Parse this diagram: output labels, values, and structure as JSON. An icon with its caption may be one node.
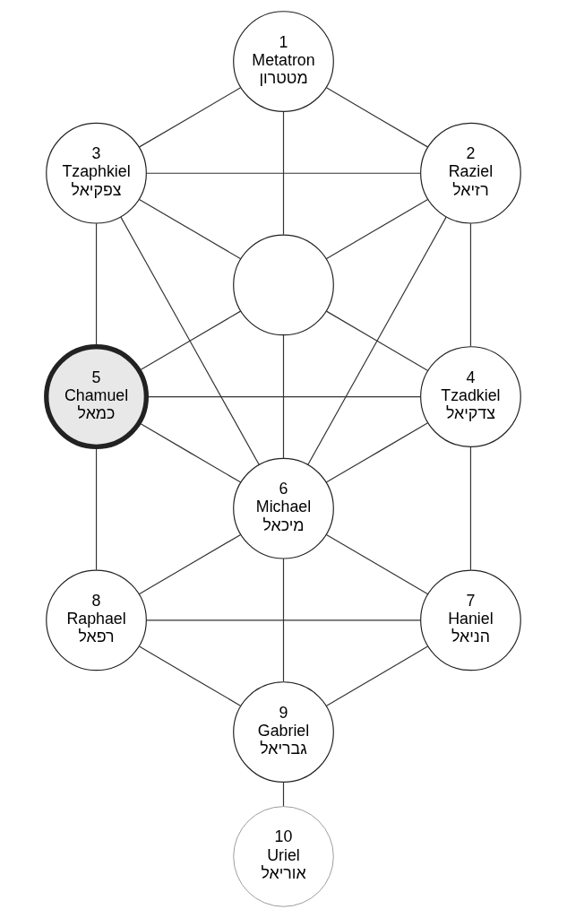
{
  "diagram": {
    "nodes": [
      {
        "text": [
          "1",
          "Metatron",
          "מטטרון"
        ]
      },
      {
        "text": [
          "3",
          "Tzaphkiel",
          "צפקיאל"
        ]
      },
      {
        "text": [
          "2",
          "Raziel",
          "רזיאל"
        ]
      },
      {
        "text": [],
        "shape": "circle"
      },
      {
        "text": [
          "5",
          "Chamuel",
          "כמאל"
        ]
      },
      {
        "text": [
          "4",
          "Tzadkiel",
          "צדקיאל"
        ]
      },
      {
        "text": [
          "6",
          "Michael",
          "מיכאל"
        ]
      },
      {
        "text": [
          "8",
          "Raphael",
          "רפאל"
        ]
      },
      {
        "text": [
          "7",
          "Haniel",
          "הניאל"
        ]
      },
      {
        "text": [
          "9",
          "Gabriel",
          "גבריאל"
        ]
      },
      {
        "text": [
          "10",
          "Uriel",
          "אוריאל"
        ]
      }
    ],
    "edges": [
      {
        "from": 0,
        "to": 1,
        "arrow": "none"
      },
      {
        "from": 0,
        "to": 2,
        "arrow": "none"
      },
      {
        "from": 0,
        "to": 3,
        "arrow": "none"
      },
      {
        "from": 1,
        "to": 2,
        "arrow": "none"
      },
      {
        "from": 1,
        "to": 3,
        "arrow": "none"
      },
      {
        "from": 2,
        "to": 3,
        "arrow": "none"
      },
      {
        "from": 1,
        "to": 4,
        "arrow": "none"
      },
      {
        "from": 1,
        "to": 6,
        "arrow": "none"
      },
      {
        "from": 2,
        "to": 6,
        "arrow": "none"
      },
      {
        "from": 2,
        "to": 5,
        "arrow": "none"
      },
      {
        "from": 3,
        "to": 4,
        "arrow": "none"
      },
      {
        "from": 3,
        "to": 5,
        "arrow": "none"
      },
      {
        "from": 3,
        "to": 6,
        "arrow": "none"
      },
      {
        "from": 4,
        "to": 5,
        "arrow": "none"
      },
      {
        "from": 4,
        "to": 6,
        "arrow": "none"
      },
      {
        "from": 5,
        "to": 6,
        "arrow": "none"
      },
      {
        "from": 4,
        "to": 7,
        "arrow": "none"
      },
      {
        "from": 5,
        "to": 8,
        "arrow": "none"
      },
      {
        "from": 6,
        "to": 7,
        "arrow": "none"
      },
      {
        "from": 6,
        "to": 8,
        "arrow": "none"
      },
      {
        "from": 6,
        "to": 9,
        "arrow": "none"
      },
      {
        "from": 7,
        "to": 8,
        "arrow": "none"
      },
      {
        "from": 7,
        "to": 9,
        "arrow": "none"
      },
      {
        "from": 8,
        "to": 9,
        "arrow": "none"
      },
      {
        "from": 9,
        "to": 10,
        "arrow": "none"
      }
    ]
  }
}
